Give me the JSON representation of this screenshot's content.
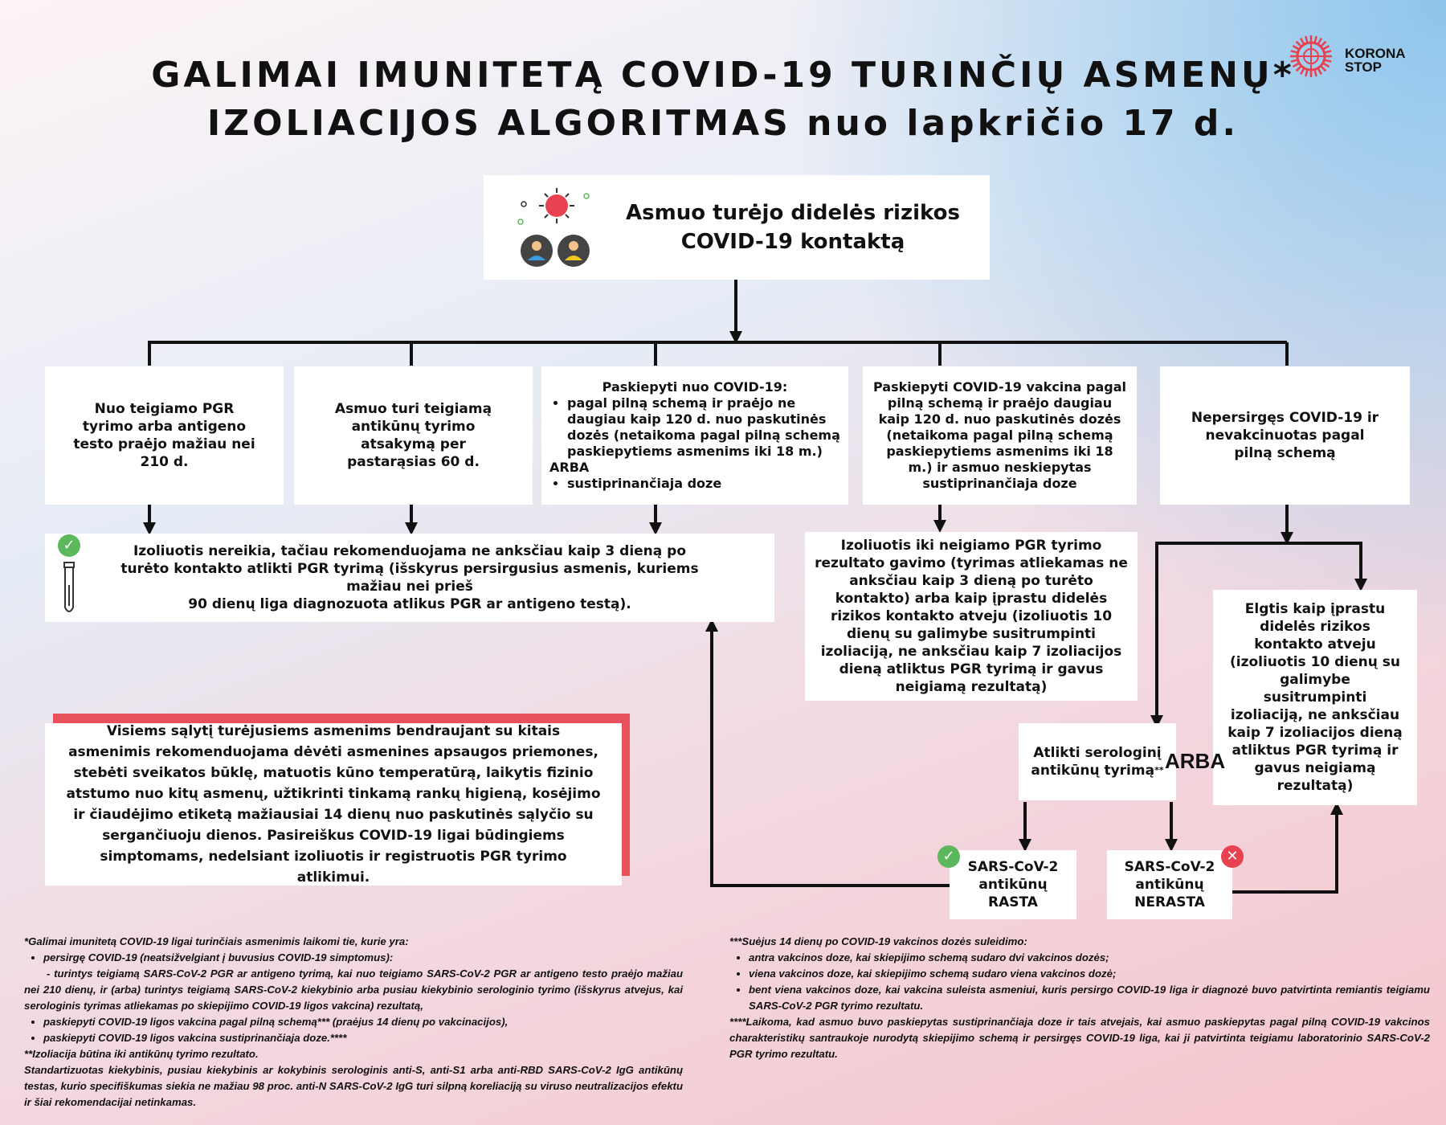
{
  "title": {
    "line1": "GALIMAI IMUNITETĄ COVID-19 TURINČIŲ ASMENŲ*",
    "line2": "IZOLIACIJOS ALGORITMAS nuo lapkričio 17 d."
  },
  "logo": {
    "line1": "KORONA",
    "line2": "STOP"
  },
  "top_box": {
    "line1": "Asmuo turėjo didelės rizikos",
    "line2": "COVID-19 kontaktą"
  },
  "categories": {
    "c1": "Nuo teigiamo PGR tyrimo arba antigeno testo praėjo mažiau nei 210 d.",
    "c2": "Asmuo turi teigiamą antikūnų tyrimo atsakymą per pastarąsias 60 d.",
    "c3": {
      "head": "Paskiepyti nuo COVID-19:",
      "item1": "pagal pilną schemą ir praėjo ne daugiau kaip 120 d. nuo paskutinės dozės (netaikoma pagal pilną schemą paskiepytiems asmenims iki 18 m.)",
      "or": "ARBA",
      "item2": "sustiprinančiaja doze"
    },
    "c4": "Paskiepyti COVID-19 vakcina pagal pilną schemą ir praėjo daugiau kaip 120 d. nuo paskutinės dozės (netaikoma pagal pilną schemą paskiepytiems asmenims iki 18 m.) ir asmuo neskiepytas sustiprinančiaja doze",
    "c5": "Nepersirgęs COVID-19 ir nevakcinuotas pagal pilną schemą"
  },
  "outcomes": {
    "no_isolation": {
      "line1": "Izoliuotis nereikia, tačiau rekomenduojama ne anksčiau kaip 3 dieną po turėto kontakto atlikti PGR tyrimą (išskyrus persirgusius asmenis, kuriems mažiau nei prieš",
      "line2": "90 dienų liga diagnozuota atlikus PGR ar antigeno testą)."
    },
    "isolate_until": "Izoliuotis iki neigiamo PGR tyrimo rezultato gavimo (tyrimas atliekamas ne anksčiau kaip 3 dieną po turėto kontakto) arba kaip įprastu didelės rizikos kontakto atveju (izoliuotis 10 dienų su galimybe susitrumpinti izoliaciją, ne anksčiau kaip 7 izoliacijos dieną atliktus PGR tyrimą ir gavus neigiamą rezultatą)",
    "as_usual": "Elgtis kaip įprastu didelės rizikos kontakto atveju (izoliuotis 10 dienų su galimybe susitrumpinti izoliaciją, ne anksčiau kaip 7 izoliacijos dieną atliktus PGR tyrimą ir gavus neigiamą rezultatą)",
    "serology": "Atlikti serologinį antikūnų tyrimą",
    "serology_mark": "**",
    "arba": "ARBA",
    "found": "SARS-CoV-2 antikūnų RASTA",
    "not_found": "SARS-CoV-2 antikūnų NERASTA"
  },
  "advice": "Visiems sąlytį turėjusiems asmenims bendraujant su kitais asmenimis rekomenduojama dėvėti asmenines apsaugos priemones, stebėti sveikatos būklę, matuotis kūno temperatūrą, laikytis fizinio atstumo nuo kitų asmenų, užtikrinti tinkamą rankų higieną, kosėjimo ir čiaudėjimo etiketą mažiausiai 14 dienų nuo paskutinės sąlyčio su sergančiuoju dienos. Pasireiškus COVID-19 ligai būdingiems simptomams, nedelsiant izoliuotis ir registruotis PGR tyrimo atlikimui.",
  "footnotes_left": {
    "p1": "*Galimai imunitetą COVID-19 ligai turinčiais asmenimis laikomi tie, kurie yra:",
    "b1": "persirgę COVID-19 (neatsižvelgiant į buvusius COVID-19 simptomus):",
    "b1_sub": "- turintys teigiamą SARS-CoV-2 PGR ar antigeno tyrimą, kai nuo teigiamo SARS-CoV-2 PGR ar antigeno testo praėjo mažiau nei 210 dienų, ir (arba) turintys teigiamą SARS-CoV-2 kiekybinio arba pusiau kiekybinio serologinio tyrimo (išskyrus atvejus, kai serologinis tyrimas atliekamas po skiepijimo COVID-19 ligos vakcina) rezultatą,",
    "b2": "paskiepyti COVID-19 ligos vakcina pagal pilną schemą*** (praėjus 14 dienų po vakcinacijos),",
    "b3": "paskiepyti COVID-19 ligos vakcina sustiprinančiaja doze.****",
    "p2": "**Izoliacija būtina iki antikūnų tyrimo rezultato.",
    "p3": "Standartizuotas kiekybinis, pusiau kiekybinis ar kokybinis serologinis anti-S, anti-S1 arba anti-RBD SARS-CoV-2 IgG antikūnų testas, kurio specifiškumas siekia ne mažiau 98 proc. anti-N SARS-CoV-2 IgG turi silpną koreliaciją su viruso neutralizacijos efektu ir šiai rekomendacijai netinkamas."
  },
  "footnotes_right": {
    "p1": "***Suėjus 14 dienų po COVID-19 vakcinos dozės suleidimo:",
    "b1": "antra vakcinos doze, kai skiepijimo schemą sudaro dvi vakcinos dozės;",
    "b2": "viena vakcinos doze, kai skiepijimo schemą sudaro viena vakcinos dozė;",
    "b3": "bent viena vakcinos doze, kai vakcina suleista asmeniui, kuris persirgo COVID-19 liga ir diagnozė buvo patvirtinta remiantis teigiamu SARS-CoV-2 PGR tyrimo rezultatu.",
    "p2": "****Laikoma, kad asmuo buvo paskiepytas sustiprinančiaja doze ir tais atvejais, kai asmuo paskiepytas pagal pilną COVID-19 vakcinos charakteristikų santraukoje nurodytą skiepijimo schemą ir persirgęs COVID-19 liga, kai ji patvirtinta teigiamu laboratorinio SARS-CoV-2 PGR tyrimo rezultatu."
  },
  "colors": {
    "accent_red": "#e8505b",
    "check_green": "#5bb85d",
    "cross_red": "#e8414f"
  }
}
